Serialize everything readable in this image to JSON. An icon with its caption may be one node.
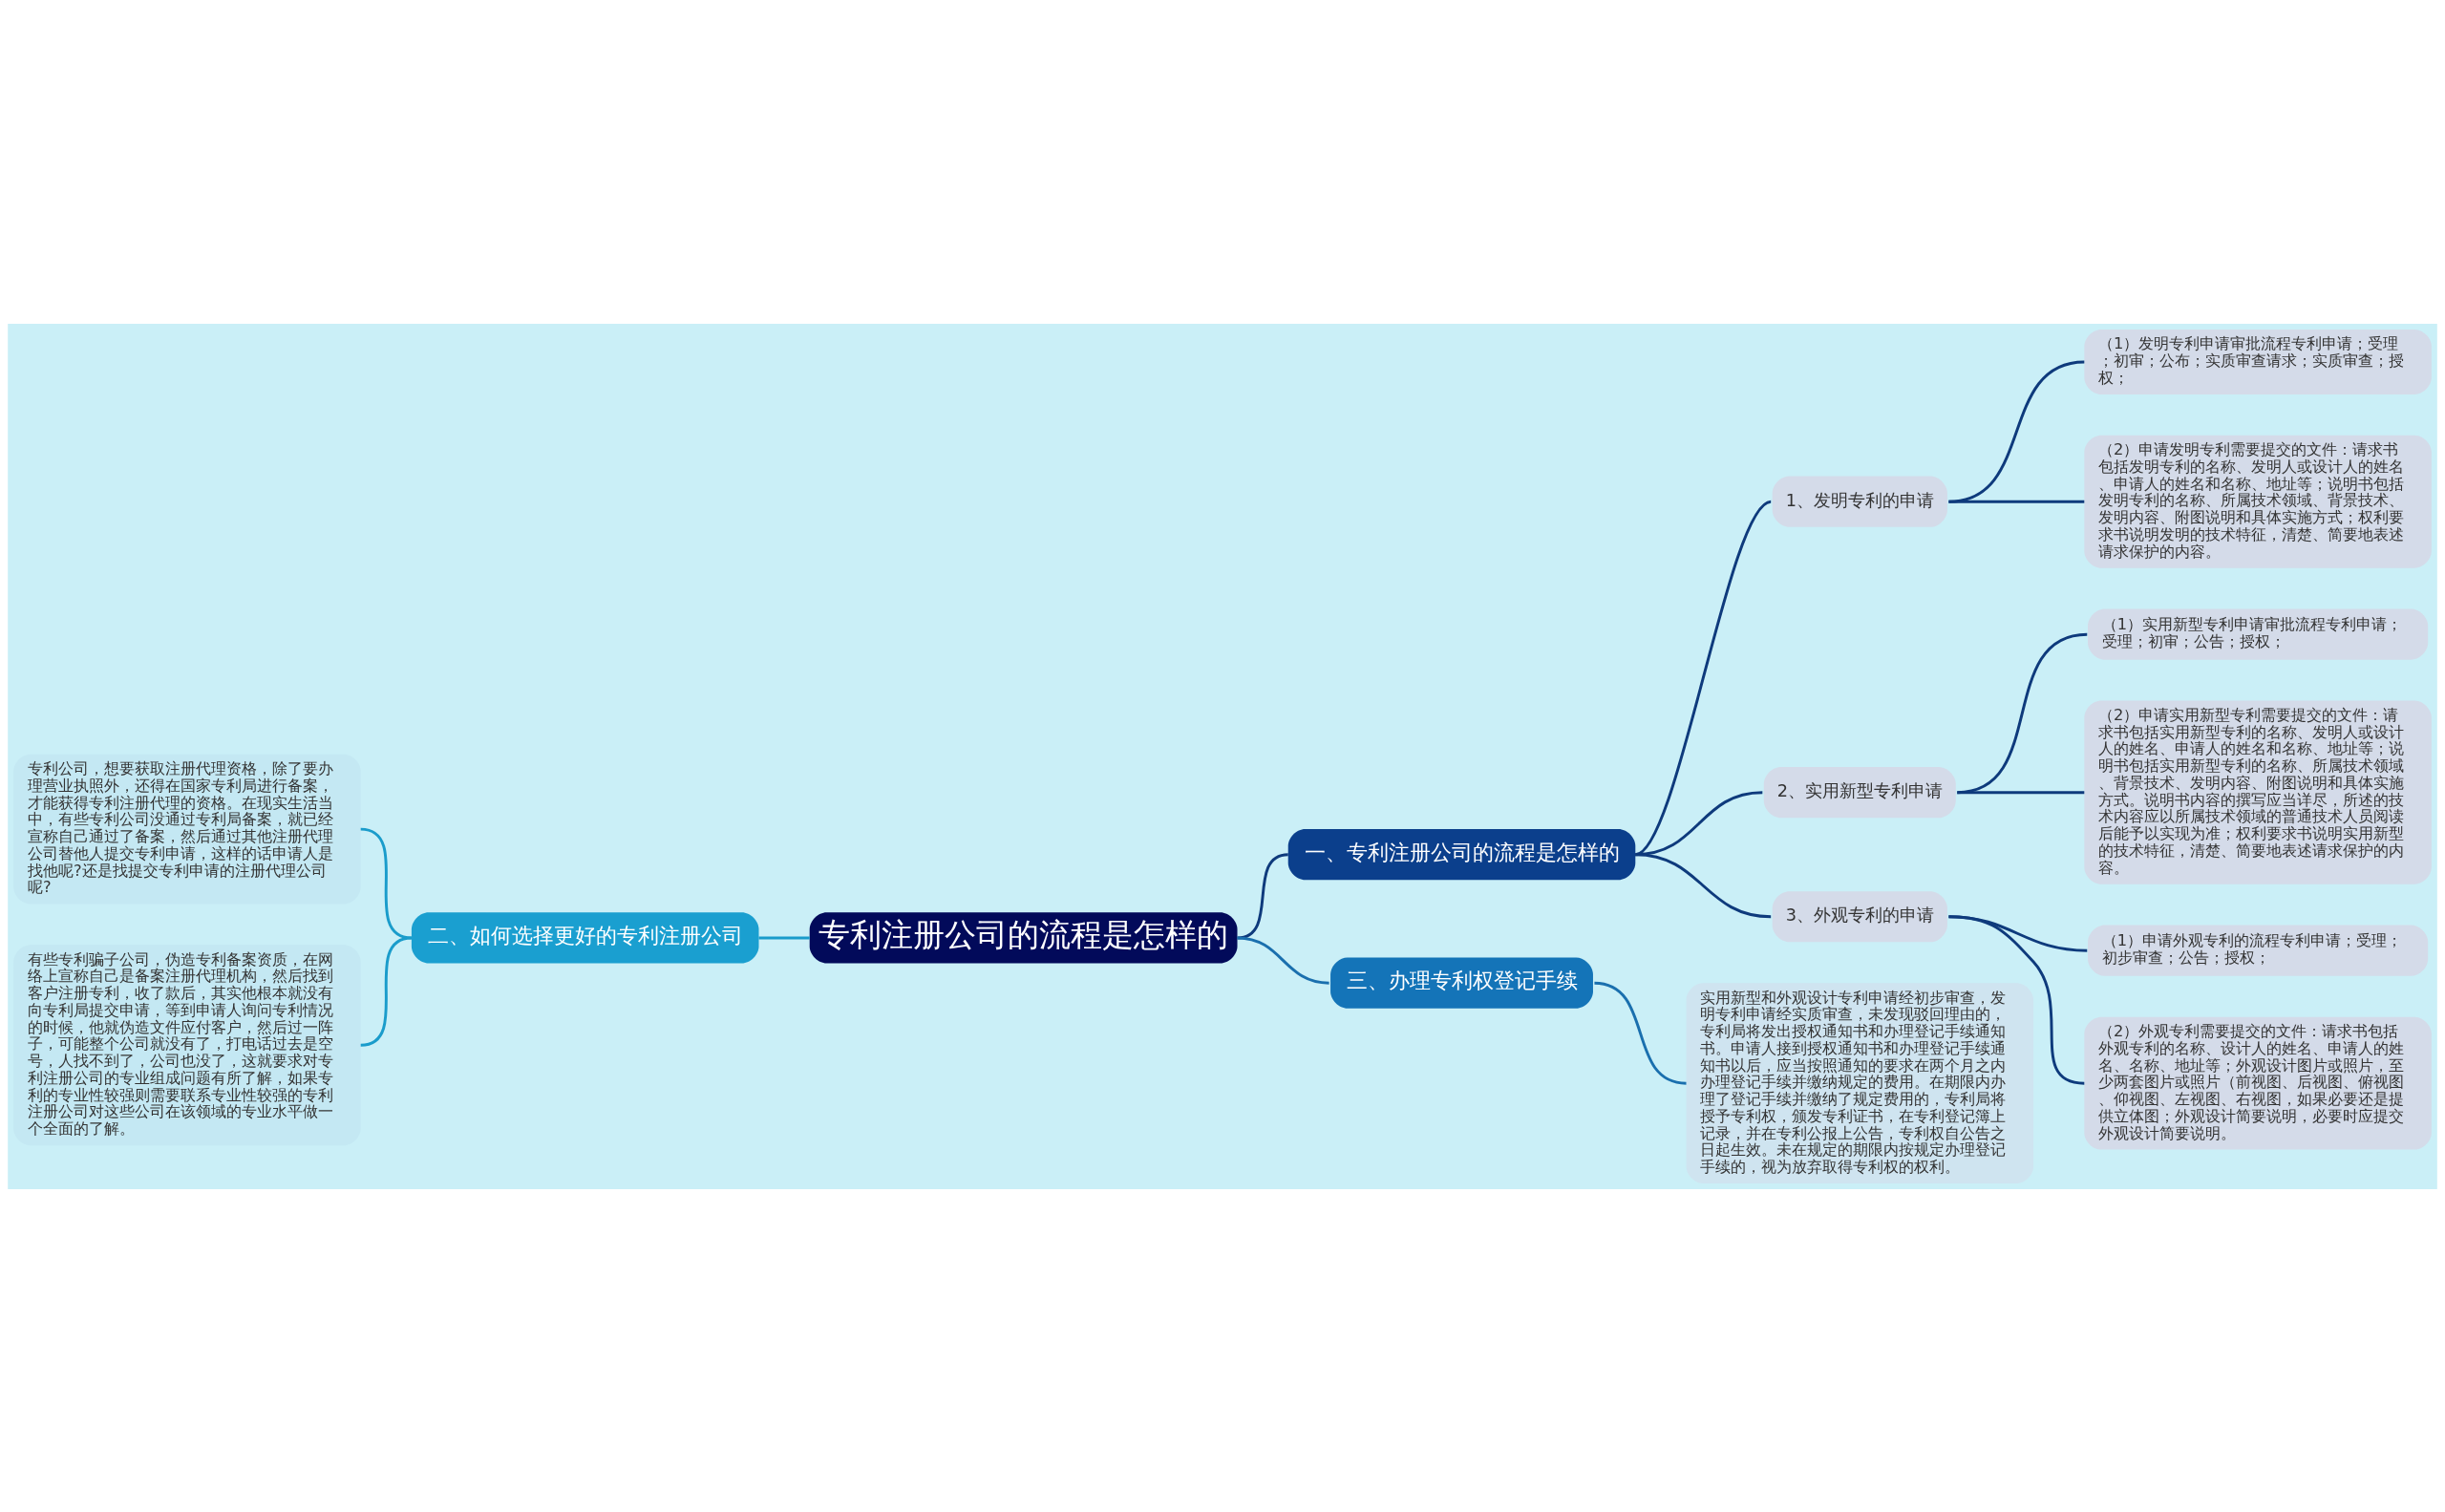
{
  "diagram": {
    "nodes": [
      {
        "text": [
          "专利注册公司的流程是怎样的"
        ]
      },
      {
        "text": [
          "一、专利注册公司的流程是怎样的"
        ]
      },
      {
        "text": [
          "1、发明专利的申请"
        ]
      },
      {
        "text": [
          "（1）发明专利申请审批流程专利申请；受理；初审；公布；实质审查请求；实质审查；授权；"
        ]
      },
      {
        "text": [
          "（2）申请发明专利需要提交的文件：请求书包括发明专利的名称、发明人或设计人的姓名、申请人的姓名和名称、地址等；说明书包括发明专利的名称、所属技术领域、背景技术、发明内容、附图说明和具体实施方式；权利要求书说明发明的技术特征，清楚、简要地表述请求保护的内容。"
        ]
      },
      {
        "text": [
          "2、实用新型专利申请"
        ]
      },
      {
        "text": [
          "（1）实用新型专利申请审批流程专利申请；受理；初审；公告；授权；"
        ]
      },
      {
        "text": [
          "（2）申请实用新型专利需要提交的文件：请求书包括实用新型专利的名称、发明人或设计人的姓名、申请人的姓名和名称、地址等；说明书包括实用新型专利的名称、所属技术领域、背景技术、发明内容、附图说明和具体实施方式。说明书内容的撰写应当详尽，所述的技术内容应以所属技术领域的普通技术人员阅读后能予以实现为准；权利要求书说明实用新型的技术特征，清楚、简要地表述请求保护的内容。"
        ]
      },
      {
        "text": [
          "3、外观专利的申请"
        ]
      },
      {
        "text": [
          "（1）申请外观专利的流程专利申请；受理；初步审查；公告；授权；"
        ]
      },
      {
        "text": [
          "（2）外观专利需要提交的文件：请求书包括外观专利的名称、设计人的姓名、申请人的姓名、名称、地址等；外观设计图片或照片，至少两套图片或照片（前视图、后视图、俯视图、仰视图、左视图、右视图，如果必要还是提供立体图；外观设计简要说明，必要时应提交外观设计简要说明。"
        ]
      },
      {
        "text": [
          "三、办理专利权登记手续"
        ]
      },
      {
        "text": [
          "实用新型和外观设计专利申请经初步审查，发明专利申请经实质审查，未发现驳回理由的，专利局将发出授权通知书和办理登记手续通知书。申请人接到授权通知书和办理登记手续通知书以后，应当按照通知的要求在两个月之内办理登记手续并缴纳规定的费用。在期限内办理了登记手续并缴纳了规定费用的，专利局将授予专利权，颁发专利证书，在专利登记簿上记录，并在专利公报上公告，专利权自公告之日起生效。未在规定的期限内按规定办理登记手续的，视为放弃取得专利权的权利。"
        ]
      },
      {
        "text": [
          "二、如何选择更好的专利注册公司"
        ]
      },
      {
        "text": [
          "专利公司，想要获取注册代理资格，除了要办理营业执照外，还得在国家专利局进行备案，才能获得专利注册代理的资格。在现实生活当中，有些专利公司没通过专利局备案，就已经宣称自己通过了备案，然后通过其他注册代理公司替他人提交专利申请，这样的话申请人是找他呢?还是找提交专利申请的注册代理公司呢?"
        ]
      },
      {
        "text": [
          "有些专利骗子公司，伪造专利备案资质，在网络上宣称自己是备案注册代理机构，然后找到客户注册专利，收了款后，其实他根本就没有向专利局提交申请，等到申请人询问专利情况的时候，他就伪造文件应付客户，然后过一阵子，可能整个公司就没有了，打电话过去是空号，人找不到了，公司也没了，这就要求对专利注册公司的专业组成问题有所了解，如果专利的专业性较强则需要联系专业性较强的专利注册公司对这些公司在该领域的专业水平做一个全面的了解。"
        ]
      }
    ],
    "edges": [
      {
        "from": 0,
        "to": 1,
        "arrow": "none"
      },
      {
        "from": 1,
        "to": 2,
        "arrow": "none"
      },
      {
        "from": 2,
        "to": 3,
        "arrow": "none"
      },
      {
        "from": 2,
        "to": 4,
        "arrow": "none"
      },
      {
        "from": 1,
        "to": 5,
        "arrow": "none"
      },
      {
        "from": 5,
        "to": 6,
        "arrow": "none"
      },
      {
        "from": 5,
        "to": 7,
        "arrow": "none"
      },
      {
        "from": 1,
        "to": 8,
        "arrow": "none"
      },
      {
        "from": 8,
        "to": 9,
        "arrow": "none"
      },
      {
        "from": 8,
        "to": 10,
        "arrow": "none"
      },
      {
        "from": 0,
        "to": 11,
        "arrow": "none",
        "color": "#1a6fae"
      },
      {
        "from": 11,
        "to": 12,
        "arrow": "none",
        "color": "#1a6fae"
      },
      {
        "from": 0,
        "to": 13,
        "arrow": "none",
        "color": "#1a9ccb"
      },
      {
        "from": 13,
        "to": 14,
        "arrow": "none",
        "color": "#1a9ccb"
      },
      {
        "from": 13,
        "to": 15,
        "arrow": "none",
        "color": "#1a9ccb"
      }
    ]
  }
}
